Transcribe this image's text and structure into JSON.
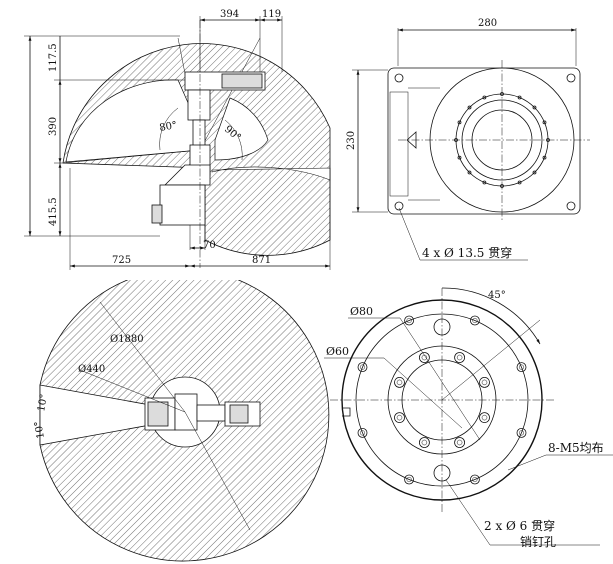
{
  "side_view": {
    "dims": {
      "top_left": "394",
      "top_right": "119",
      "v_top": "117.5",
      "v_mid": "390",
      "v_bottom": "415.5",
      "base": "70",
      "bottom_left": "725",
      "bottom_right": "871"
    },
    "angles": {
      "left": "80°",
      "right": "90°"
    }
  },
  "base_view": {
    "width": "280",
    "height": "230",
    "holes_note": "4 x Ø 13.5 贯穿"
  },
  "top_view": {
    "radius_outer": "Ø1880",
    "radius_inner": "Ø440",
    "angle_a": "10°",
    "angle_b": "10°"
  },
  "flange_view": {
    "d80": "Ø80",
    "d60": "Ø60",
    "angle": "45°",
    "thread_note": "8-M5均布",
    "pin_note_line1": "2 x Ø 6 贯穿",
    "pin_note_line2": "销钉孔"
  }
}
